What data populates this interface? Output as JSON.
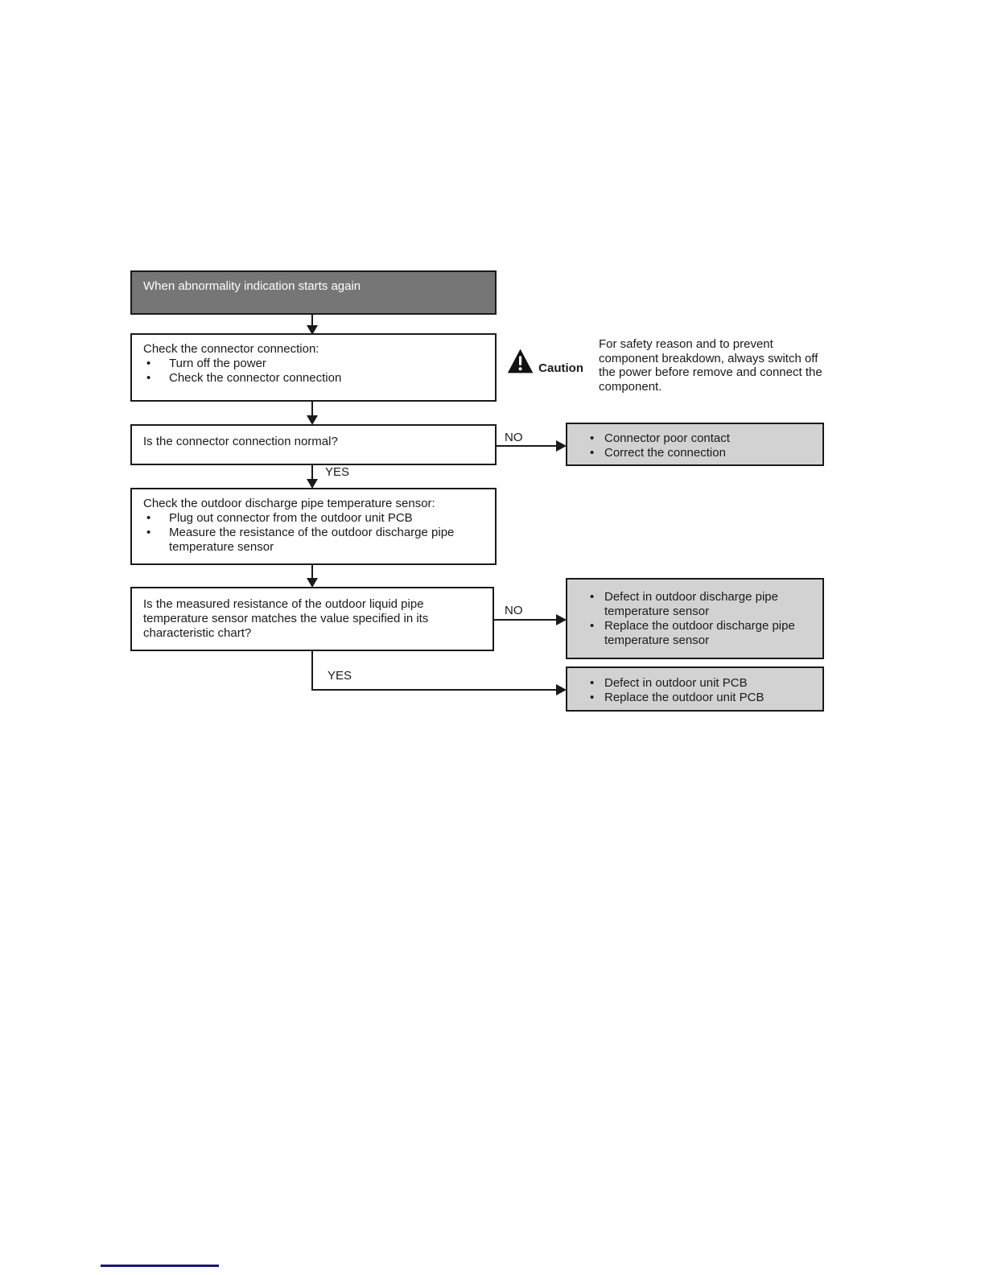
{
  "colors": {
    "title_bg": "#767676",
    "title_text": "#ffffff",
    "box_border": "#1a1a1a",
    "result_bg": "#d2d2d2",
    "footer_line": "#15157e"
  },
  "flowchart": {
    "start": {
      "label": "When abnormality indication starts again"
    },
    "step1": {
      "title": "Check the connector connection:",
      "bullets": [
        "Turn off the power",
        "Check the connector connection"
      ]
    },
    "decision1": {
      "question": "Is the connector connection normal?"
    },
    "step2": {
      "title": "Check the outdoor discharge pipe temperature sensor:",
      "bullets": [
        "Plug out connector from the outdoor unit PCB",
        "Measure the resistance of the outdoor discharge pipe temperature sensor"
      ]
    },
    "decision2": {
      "question": "Is the measured resistance of the outdoor liquid pipe temperature sensor matches the value specified in its characteristic chart?"
    },
    "result_no1": {
      "bullets": [
        "Connector poor contact",
        "Correct the connection"
      ]
    },
    "result_no2": {
      "bullets": [
        "Defect in outdoor discharge pipe temperature sensor",
        "Replace the outdoor discharge pipe temperature sensor"
      ]
    },
    "result_yes": {
      "bullets": [
        "Defect in outdoor unit PCB",
        "Replace the outdoor unit PCB"
      ]
    },
    "labels": {
      "no1": "NO",
      "yes1": "YES",
      "no2": "NO",
      "yes2": "YES"
    },
    "bullet_glyph": "•"
  },
  "caution": {
    "label": "Caution",
    "text": "For safety reason and to prevent component breakdown, always switch off the power before remove and connect the component."
  }
}
